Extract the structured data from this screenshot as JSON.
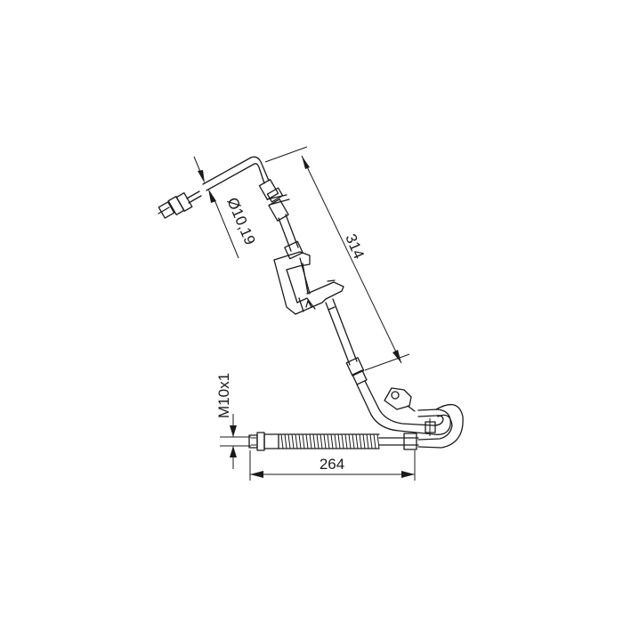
{
  "dimensions": {
    "hose_length": "314",
    "pipe_length": "264",
    "pipe_diameter": "Ø10,19",
    "thread": "M10x1"
  }
}
